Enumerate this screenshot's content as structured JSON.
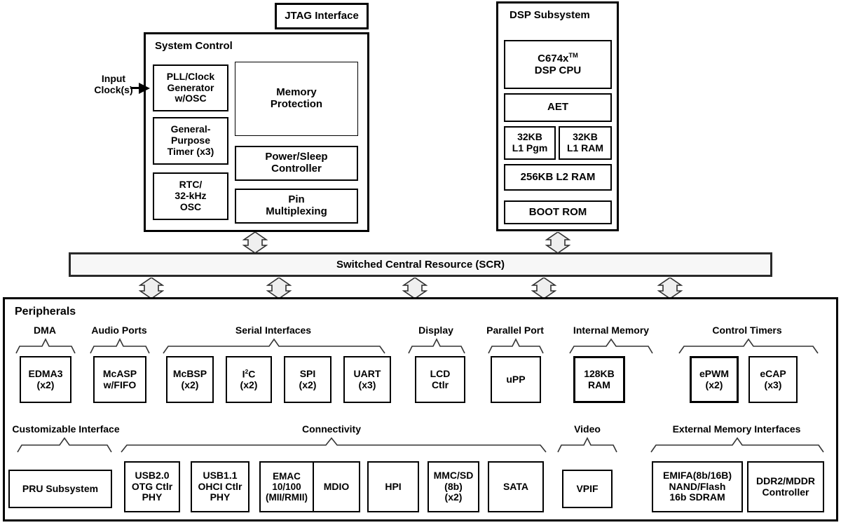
{
  "diagram": {
    "title_blocks": {
      "jtag": "JTAG Interface",
      "system_control": "System Control",
      "dsp_subsystem": "DSP Subsystem",
      "peripherals": "Peripherals",
      "scr": "Switched Central Resource (SCR)"
    },
    "input_label": "Input\nClock(s)",
    "system_control": {
      "left_column": [
        {
          "label": "PLL/Clock\nGenerator\nw/OSC"
        },
        {
          "label": "General-\nPurpose\nTimer (x3)"
        },
        {
          "label": "RTC/\n32-kHz\nOSC"
        }
      ],
      "right_column": [
        {
          "label": "Memory\nProtection"
        },
        {
          "label": "Power/Sleep\nController"
        },
        {
          "label": "Pin\nMultiplexing"
        }
      ]
    },
    "dsp_subsystem": {
      "cpu_line1": "C674x",
      "cpu_tm": "TM",
      "cpu_line2": "DSP CPU",
      "blocks": [
        {
          "label": "AET"
        },
        {
          "label": "32KB\nL1 Pgm"
        },
        {
          "label": "32KB\nL1 RAM"
        },
        {
          "label": "256KB L2 RAM"
        },
        {
          "label": "BOOT ROM"
        }
      ]
    },
    "peripherals_row1": [
      {
        "group": "DMA",
        "blocks": [
          {
            "label": "EDMA3\n(x2)"
          }
        ]
      },
      {
        "group": "Audio Ports",
        "blocks": [
          {
            "label": "McASP\nw/FIFO"
          }
        ]
      },
      {
        "group": "Serial Interfaces",
        "blocks": [
          {
            "label": "McBSP\n(x2)"
          },
          {
            "label": "I2C\n(x2)",
            "i2c": true
          },
          {
            "label": "SPI\n(x2)"
          },
          {
            "label": "UART\n(x3)"
          }
        ]
      },
      {
        "group": "Display",
        "blocks": [
          {
            "label": "LCD\nCtlr"
          }
        ]
      },
      {
        "group": "Parallel Port",
        "blocks": [
          {
            "label": "uPP"
          }
        ]
      },
      {
        "group": "Internal Memory",
        "blocks": [
          {
            "label": "128KB\nRAM"
          }
        ]
      },
      {
        "group": "Control Timers",
        "blocks": [
          {
            "label": "ePWM\n(x2)"
          },
          {
            "label": "eCAP\n(x3)"
          }
        ]
      }
    ],
    "peripherals_row2": [
      {
        "group": "Customizable Interface",
        "blocks": [
          {
            "label": "PRU Subsystem"
          }
        ]
      },
      {
        "group": "Connectivity",
        "blocks": [
          {
            "label": "USB2.0\nOTG Ctlr\nPHY"
          },
          {
            "label": "USB1.1\nOHCI Ctlr\nPHY"
          },
          {
            "label": "EMAC\n10/100\n(MII/RMII)"
          },
          {
            "label": "MDIO"
          },
          {
            "label": "HPI"
          },
          {
            "label": "MMC/SD\n(8b)\n(x2)"
          },
          {
            "label": "SATA"
          }
        ]
      },
      {
        "group": "Video",
        "blocks": [
          {
            "label": "VPIF"
          }
        ]
      },
      {
        "group": "External Memory Interfaces",
        "blocks": [
          {
            "label": "EMIFA(8b/16B)\nNAND/Flash\n16b SDRAM"
          },
          {
            "label": "DDR2/MDDR\nController"
          }
        ]
      }
    ],
    "colors": {
      "outline": "#000000",
      "scr_fill": "#f7f7f7",
      "connector_fill": "#efefef",
      "background": "#ffffff"
    }
  }
}
